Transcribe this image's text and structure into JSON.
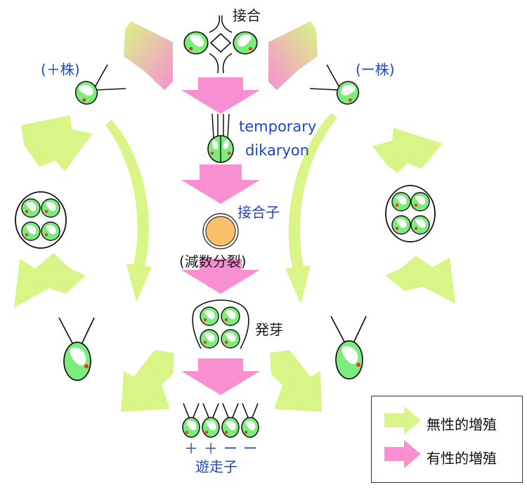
{
  "labels": {
    "conjugation": "接合",
    "plus_strain": "(＋株)",
    "minus_strain": "(ー株)",
    "temporary": "temporary",
    "dikaryon": "dikaryon",
    "zygote": "接合子",
    "meiosis": "(減数分裂)",
    "germination": "発芽",
    "zoospore_signs": [
      "＋",
      "＋",
      "ー",
      "ー"
    ],
    "zoospore": "遊走子"
  },
  "legend": {
    "asexual": "無性的増殖",
    "sexual": "有性的増殖"
  },
  "colors": {
    "cell_green": "#7ced7c",
    "eyespot_red": "#e0401a",
    "zygote_orange": "#fbc16a",
    "asexual_arrow": "#d9f587",
    "sexual_arrow": "#f78fd0",
    "label_blue": "#1f45c9"
  }
}
